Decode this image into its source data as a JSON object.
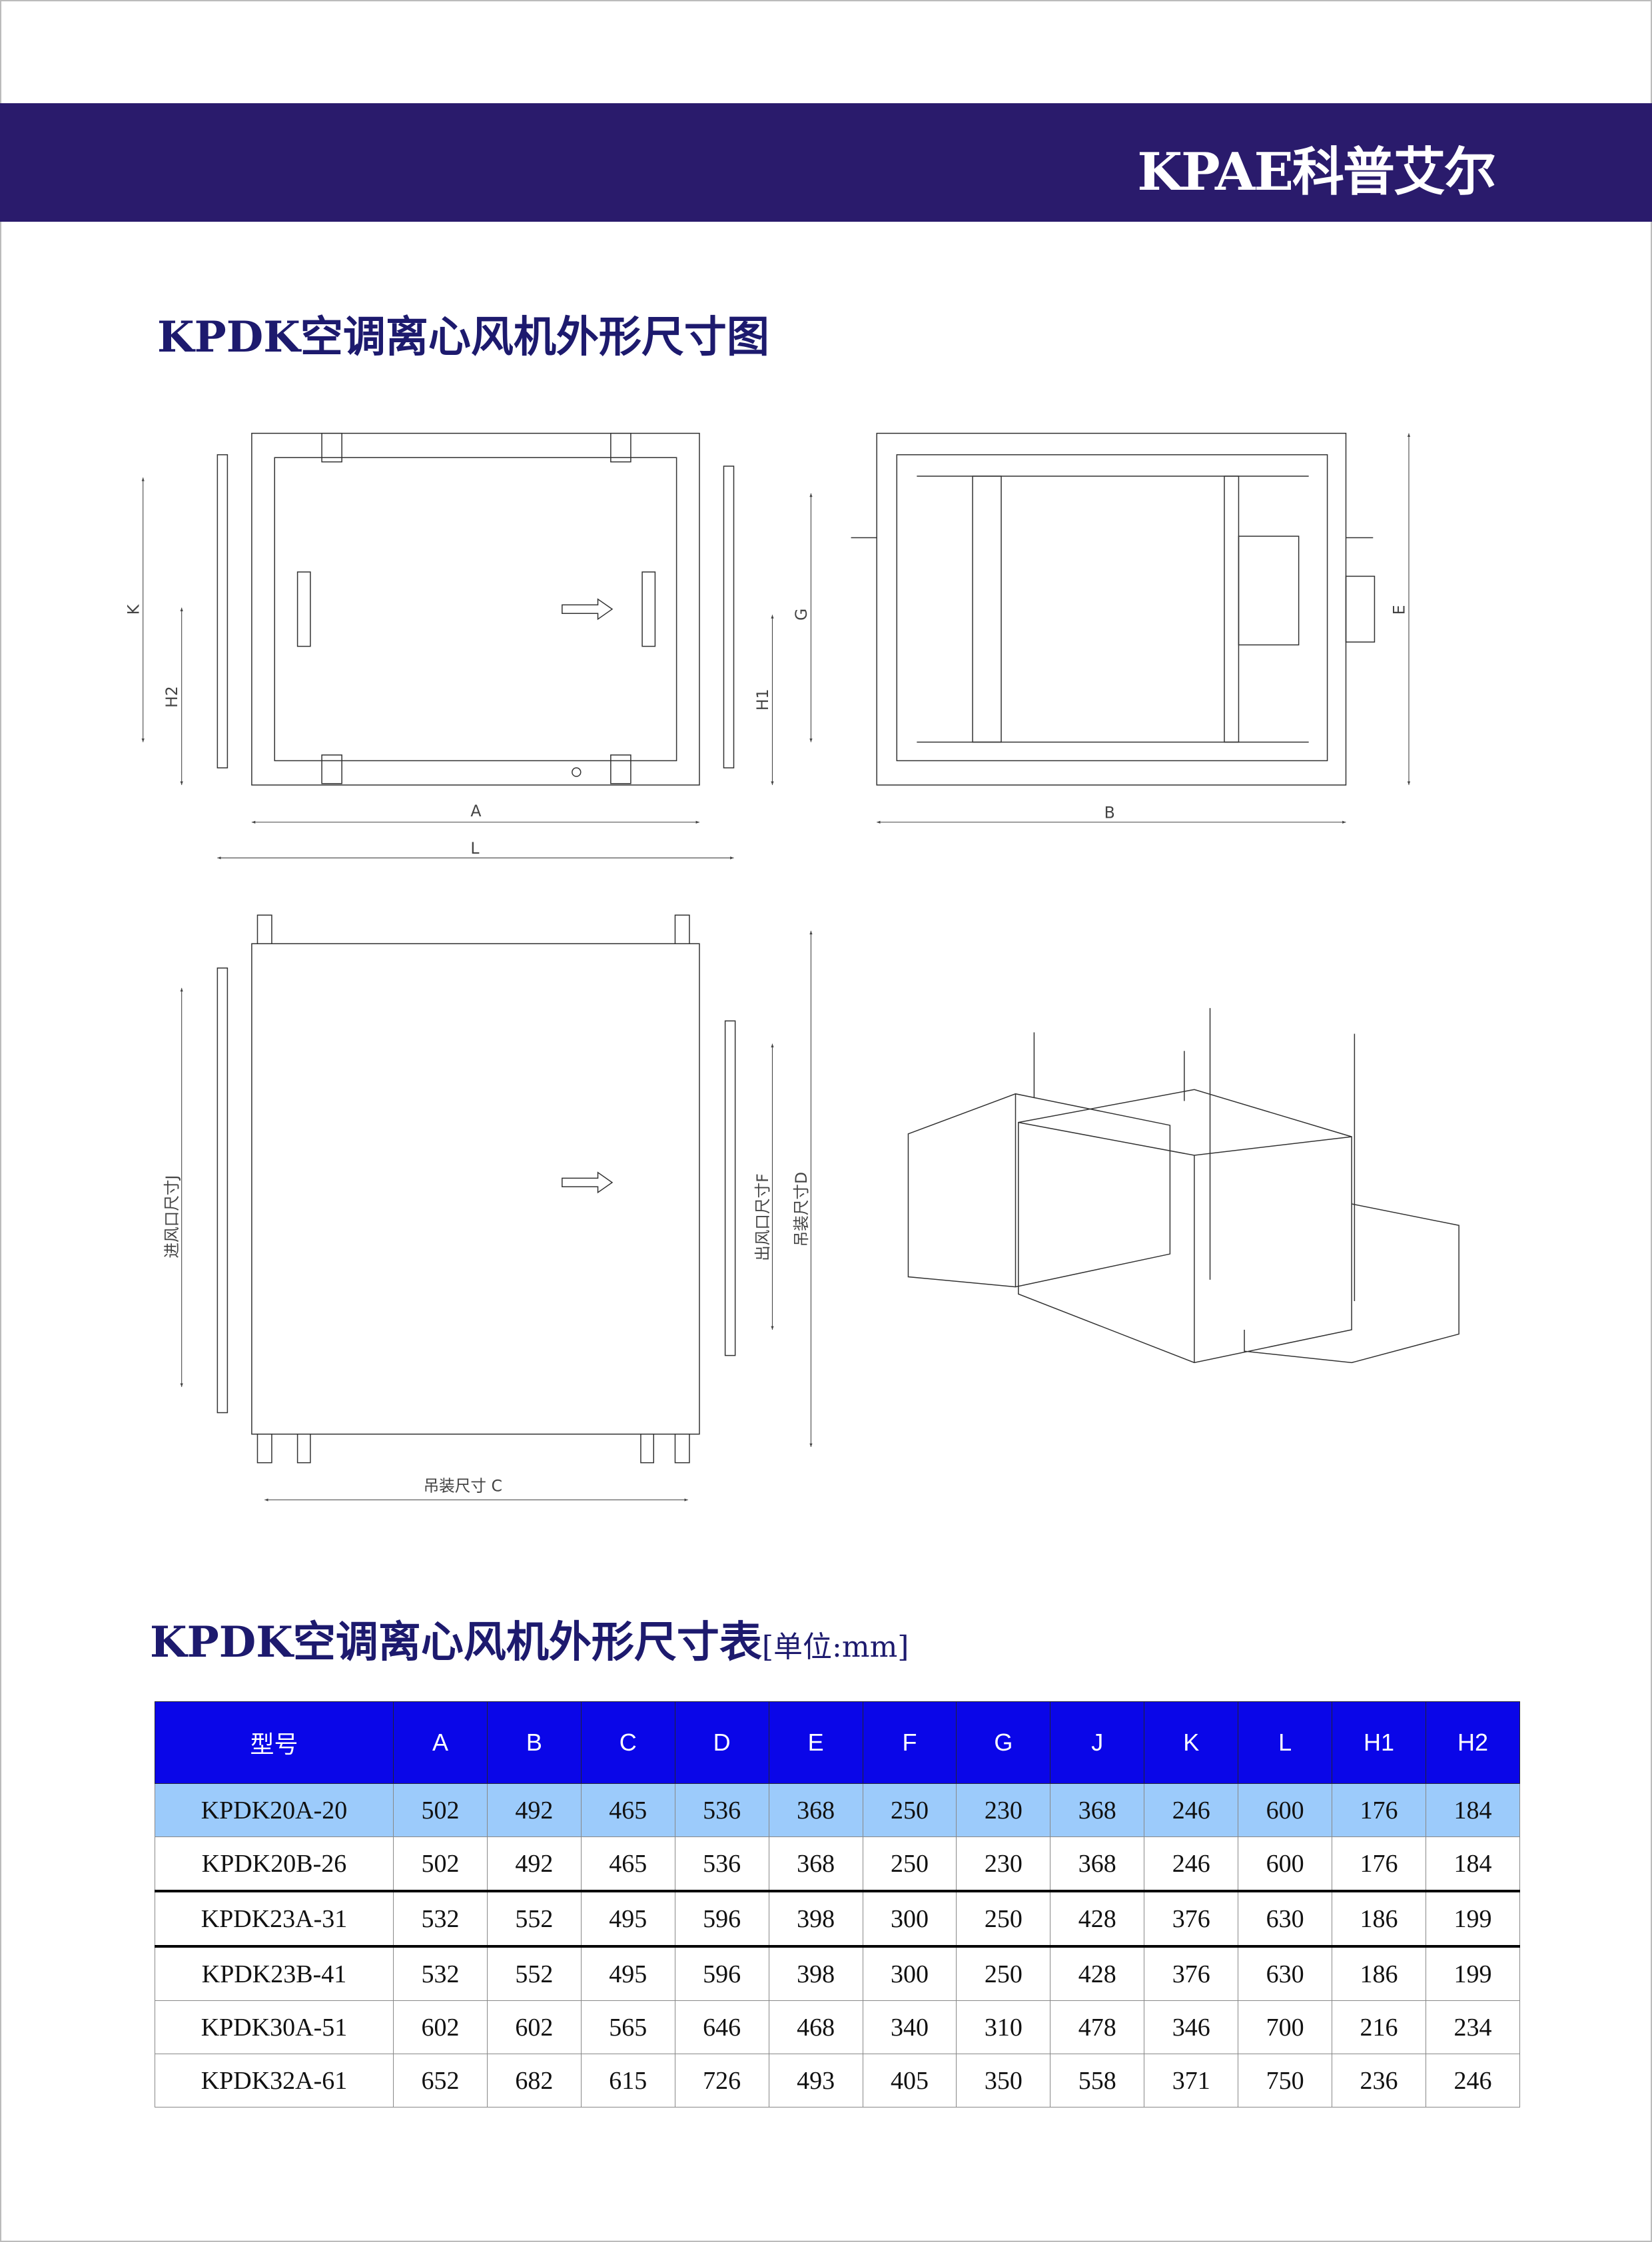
{
  "brand": "KPAE科普艾尔",
  "drawing_title": "KPDK空调离心风机外形尺寸图",
  "table_title": "KPDK空调离心风机外形尺寸表",
  "table_unit": "[单位:mm]",
  "drawing_labels": {
    "A": "A",
    "L": "L",
    "K": "K",
    "H2": "H2",
    "H1": "H1",
    "G": "G",
    "B": "B",
    "E": "E",
    "inlet": "进风口尺寸J",
    "outlet": "出风口尺寸F",
    "hang_d": "吊装尺寸D",
    "hang_c": "吊装尺寸 C"
  },
  "colors": {
    "band": "#2a1b6c",
    "header": "#0a06e8",
    "highlight": "#9ccbfb"
  },
  "table": {
    "headers": [
      "型号",
      "A",
      "B",
      "C",
      "D",
      "E",
      "F",
      "G",
      "J",
      "K",
      "L",
      "H1",
      "H2"
    ],
    "rows": [
      [
        "KPDK20A-20",
        "502",
        "492",
        "465",
        "536",
        "368",
        "250",
        "230",
        "368",
        "246",
        "600",
        "176",
        "184"
      ],
      [
        "KPDK20B-26",
        "502",
        "492",
        "465",
        "536",
        "368",
        "250",
        "230",
        "368",
        "246",
        "600",
        "176",
        "184"
      ],
      [
        "KPDK23A-31",
        "532",
        "552",
        "495",
        "596",
        "398",
        "300",
        "250",
        "428",
        "376",
        "630",
        "186",
        "199"
      ],
      [
        "KPDK23B-41",
        "532",
        "552",
        "495",
        "596",
        "398",
        "300",
        "250",
        "428",
        "376",
        "630",
        "186",
        "199"
      ],
      [
        "KPDK30A-51",
        "602",
        "602",
        "565",
        "646",
        "468",
        "340",
        "310",
        "478",
        "346",
        "700",
        "216",
        "234"
      ],
      [
        "KPDK32A-61",
        "652",
        "682",
        "615",
        "726",
        "493",
        "405",
        "350",
        "558",
        "371",
        "750",
        "236",
        "246"
      ]
    ]
  }
}
